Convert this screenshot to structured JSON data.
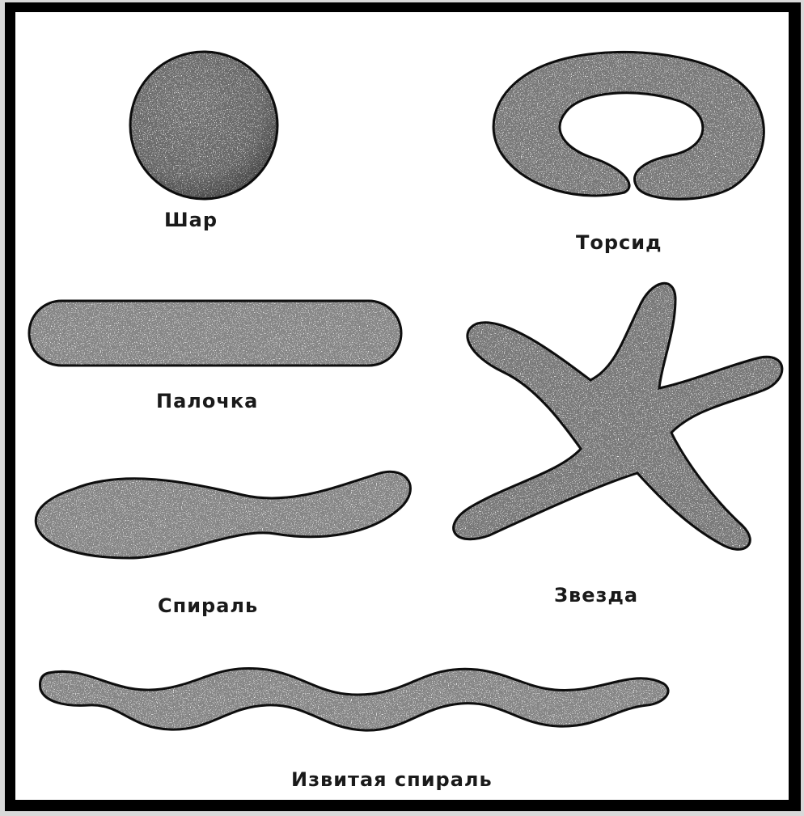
{
  "colors": {
    "ink": "#111111",
    "shape_fill": "#f4f4f4",
    "stipple": "#222222",
    "frame": "#000000",
    "page": "#ffffff"
  },
  "shapes": [
    {
      "id": "sphere",
      "label": "Шар"
    },
    {
      "id": "toroid",
      "label": "Торсид"
    },
    {
      "id": "rod",
      "label": "Палочка"
    },
    {
      "id": "star",
      "label": "Звезда"
    },
    {
      "id": "spiral",
      "label": "Спираль"
    },
    {
      "id": "wavy-spiral",
      "label": "Извитая спираль"
    }
  ]
}
